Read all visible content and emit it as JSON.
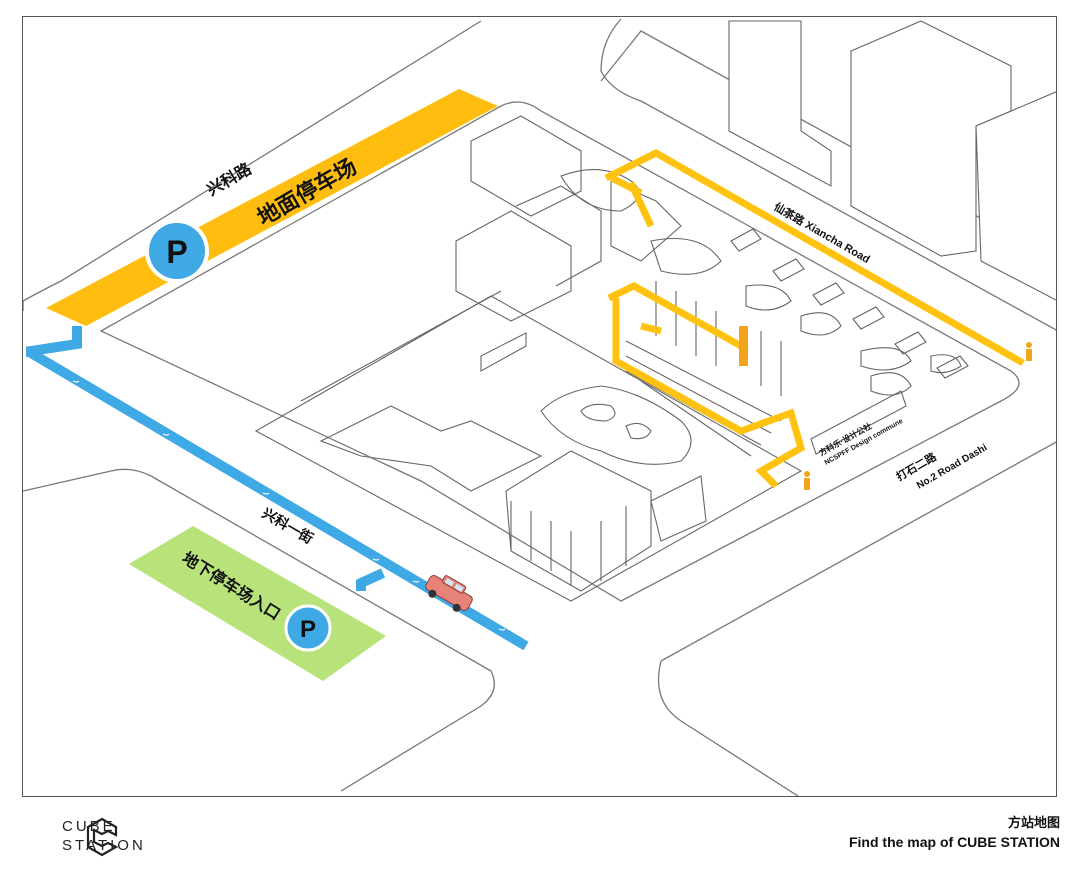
{
  "map": {
    "labels": {
      "xingke_road": "兴科路",
      "ground_parking": "地面停车场",
      "parking_symbol": "P",
      "xingke_first_street": "兴科一街",
      "underground_parking_entrance": "地下停车场入口",
      "xiancha_road": "仙茶路  Xiancha Road",
      "design_commune_cn": "方科乐·设计公社",
      "design_commune_en": "NCSPFF Design commune",
      "dashi_road_cn": "打石二路",
      "dashi_road_en": "No.2 Road Dashi"
    },
    "colors": {
      "yellow_zone": "#FFBE0F",
      "yellow_route": "#FFC20E",
      "blue_route": "#3FA9E6",
      "green_zone": "#B8E27A",
      "parking_circle": "#3FA9E6",
      "car": "#E8837A",
      "line": "#555555"
    }
  },
  "footer": {
    "logo_line1": "CUBE",
    "logo_line2": "STATION",
    "caption_cn": "方站地图",
    "caption_en": "Find the map of CUBE STATION"
  }
}
